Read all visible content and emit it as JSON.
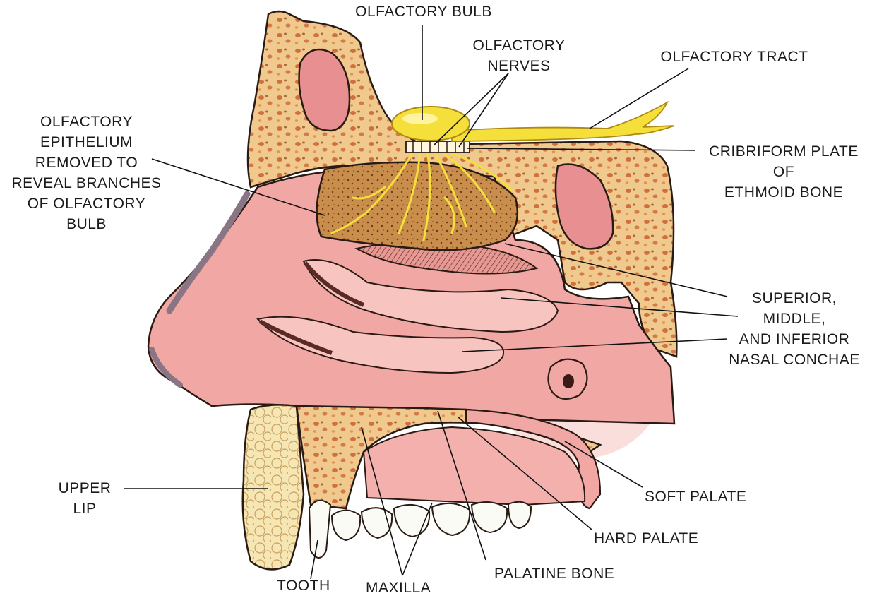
{
  "labels": {
    "olfactory_bulb": [
      "OLFACTORY BULB"
    ],
    "olfactory_nerves": [
      "OLFACTORY",
      "NERVES"
    ],
    "olfactory_tract": [
      "OLFACTORY TRACT"
    ],
    "olfactory_epithelium": [
      "OLFACTORY",
      "EPITHELIUM",
      "REMOVED TO",
      "REVEAL BRANCHES",
      "OF OLFACTORY",
      "BULB"
    ],
    "cribriform_plate": [
      "CRIBRIFORM PLATE",
      "OF",
      "ETHMOID BONE"
    ],
    "nasal_conchae": [
      "SUPERIOR,",
      "MIDDLE,",
      "AND INFERIOR",
      "NASAL CONCHAE"
    ],
    "upper_lip": [
      "UPPER",
      "LIP"
    ],
    "soft_palate": [
      "SOFT PALATE"
    ],
    "hard_palate": [
      "HARD PALATE"
    ],
    "tooth": [
      "TOOTH"
    ],
    "maxilla": [
      "MAXILLA"
    ],
    "palatine_bone": [
      "PALATINE BONE"
    ]
  },
  "colors": {
    "bone": "#f0c98f",
    "bone_spots": "#c9602f",
    "mucosa": "#f1a7a3",
    "mucosa_light": "#f7c4c0",
    "nerve": "#f5df3a",
    "epithelium": "#c98d4c",
    "lip": "#f6e6b4",
    "outline": "#2a1a14",
    "teeth": "#fbfbf6",
    "sinus": "#e88f92",
    "line": "#111111"
  }
}
